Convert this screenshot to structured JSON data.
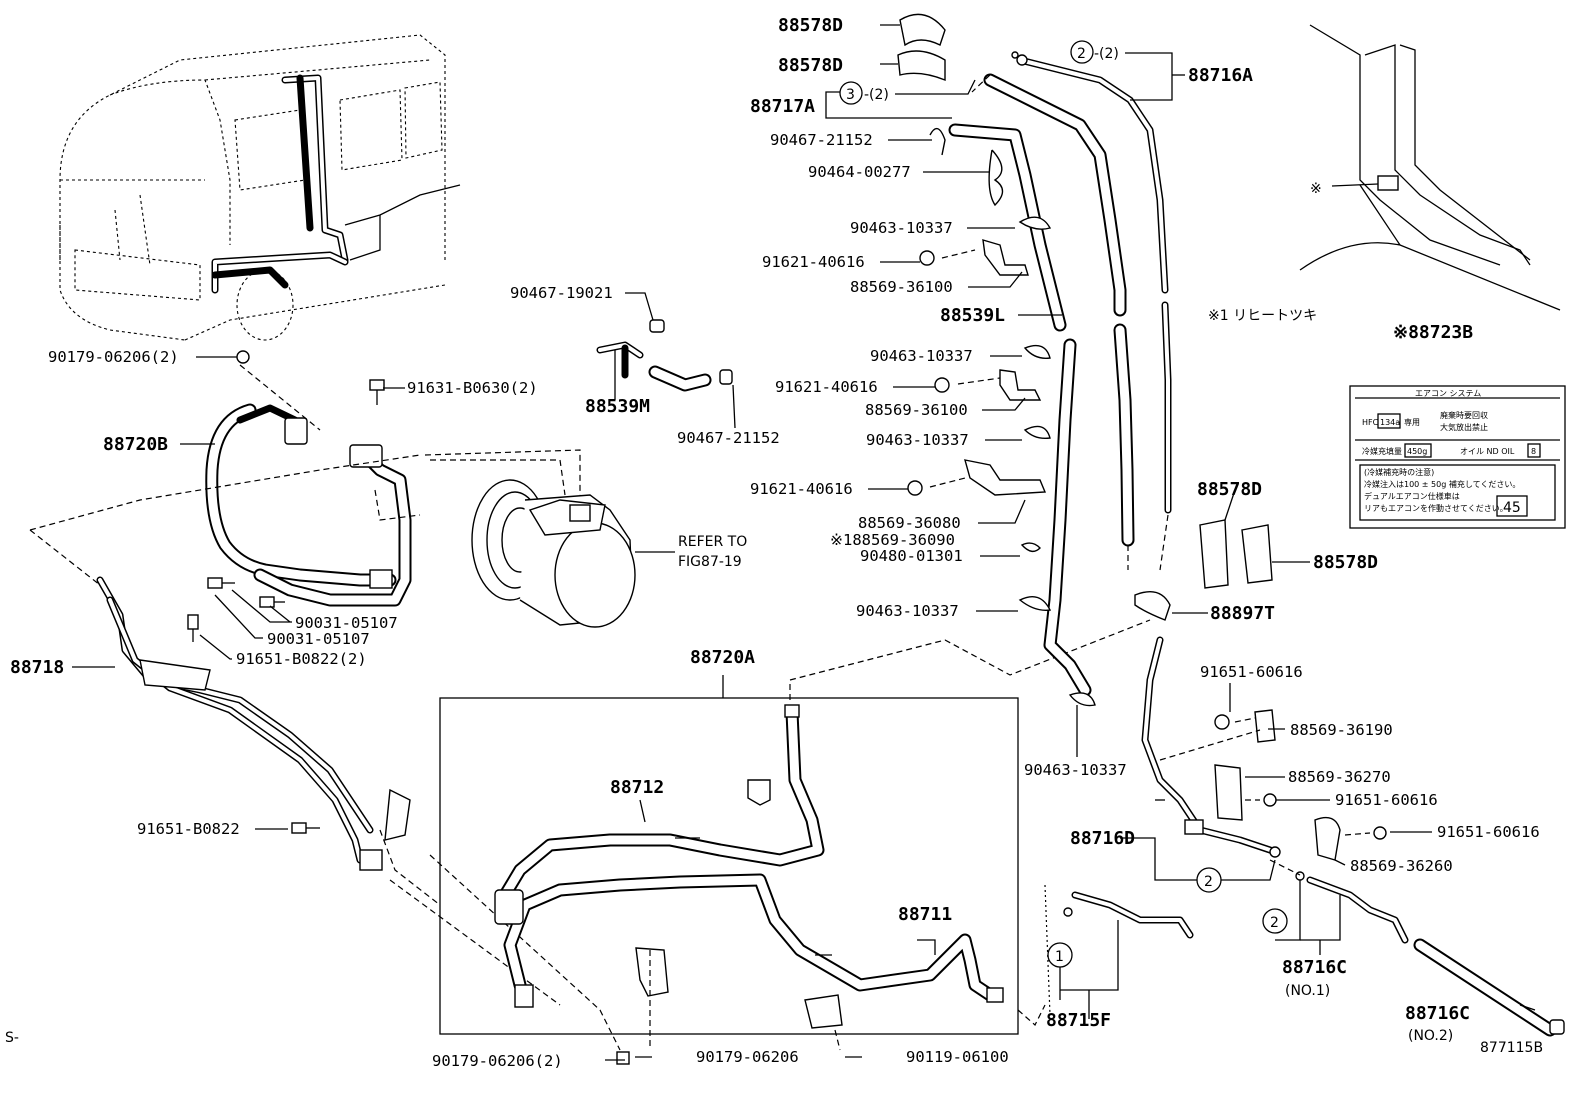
{
  "diagram": {
    "labels": {
      "p88578D_a": "88578D",
      "p88578D_b": "88578D",
      "p88717A": "88717A",
      "p88716A": "88716A",
      "p90467_21152_a": "90467-21152",
      "p90464_00277": "90464-00277",
      "p90463_10337_a": "90463-10337",
      "p91621_40616_a": "91621-40616",
      "p88569_36100_a": "88569-36100",
      "p88539L": "88539L",
      "p90463_10337_b": "90463-10337",
      "p91621_40616_b": "91621-40616",
      "p88569_36100_b": "88569-36100",
      "p90463_10337_c": "90463-10337",
      "p91621_40616_c": "91621-40616",
      "p88569_36080": "88569-36080",
      "p88569_36090": "※188569-36090",
      "p90480_01301": "90480-01301",
      "p90463_10337_d": "90463-10337",
      "p90463_10337_e": "90463-10337",
      "p90467_19021": "90467-19021",
      "p88539M": "88539M",
      "p90467_21152_b": "90467-21152",
      "p90179_06206_a": "90179-06206(2)",
      "p91631_B0630": "91631-B0630(2)",
      "p88720B": "88720B",
      "p90031_05107_a": "90031-05107",
      "p90031_05107_b": "90031-05107",
      "p91651_B0822_2": "91651-B0822(2)",
      "p88718": "88718",
      "p91651_B0822": "91651-B0822",
      "p88720A": "88720A",
      "p88712": "88712",
      "p88711": "88711",
      "p90179_06206_b": "90179-06206(2)",
      "p90179_06206_c": "90179-06206",
      "p90119_06100": "90119-06100",
      "p88715F": "88715F",
      "p88716D": "88716D",
      "p88578D_c": "88578D",
      "p88578D_d": "88578D",
      "p88897T": "88897T",
      "p91651_60616_a": "91651-60616",
      "p88569_36190": "88569-36190",
      "p88569_36270": "88569-36270",
      "p91651_60616_b": "91651-60616",
      "p91651_60616_c": "91651-60616",
      "p88569_36260": "88569-36260",
      "p88716C_1": "88716C",
      "p88716C_1_note": "(NO.1)",
      "p88716C_2": "88716C",
      "p88716C_2_note": "(NO.2)",
      "p88723B": "※88723B",
      "note_rivet": "※1 リヒートツキ",
      "kome": "※",
      "refer_to": "REFER TO",
      "refer_fig": "FIG87-19",
      "qty3": "-(2)",
      "qty2": "-(2)",
      "circle_3": "3",
      "circle_2a": "2",
      "circle_2b": "2",
      "circle_2c": "2",
      "circle_1": "1",
      "fig_id": "877115B",
      "corner_s": "S-"
    },
    "decal": {
      "title": "エアコン システム",
      "hfc": "HFC",
      "refrigerant": "134a",
      "use": "専用",
      "recover1": "廃棄時要回収",
      "recover2": "大気放出禁止",
      "charge_label": "冷媒充填量",
      "charge_value": "450g",
      "oil": "オイル ND OIL",
      "oil_no": "8",
      "note1": "(冷媒補充時の注意)",
      "note2": "冷媒注入は100 ± 50g 補充してください。",
      "note3": "デュアルエアコン仕様車は",
      "note4": "リアもエアコンを作動させてください。",
      "code": "45"
    }
  }
}
